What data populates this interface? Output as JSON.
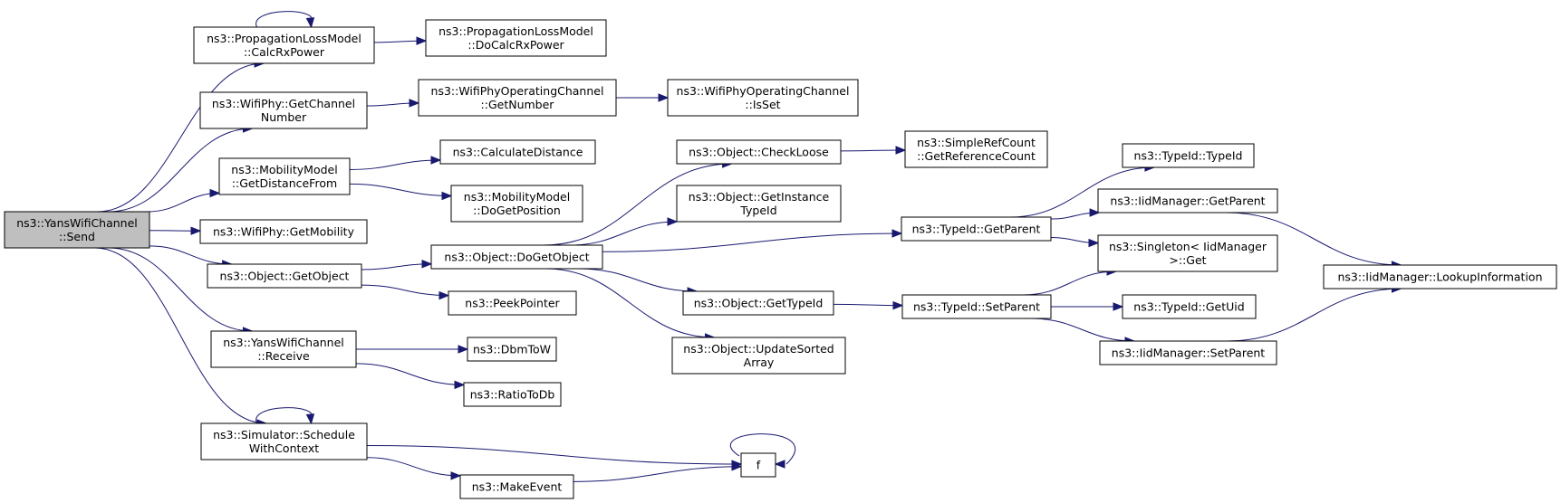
{
  "graph": {
    "edge_color": "#191970",
    "root_fill": "#bfbfbf",
    "nodes": [
      {
        "id": "send",
        "lines": [
          "ns3::YansWifiChannel",
          "::Send"
        ],
        "root": true
      },
      {
        "id": "calcrx",
        "lines": [
          "ns3::PropagationLossModel",
          "::CalcRxPower"
        ]
      },
      {
        "id": "docalcrx",
        "lines": [
          "ns3::PropagationLossModel",
          "::DoCalcRxPower"
        ]
      },
      {
        "id": "getchannelnumber",
        "lines": [
          "ns3::WifiPhy::GetChannel",
          "Number"
        ]
      },
      {
        "id": "opch_getnumber",
        "lines": [
          "ns3::WifiPhyOperatingChannel",
          "::GetNumber"
        ]
      },
      {
        "id": "opch_isset",
        "lines": [
          "ns3::WifiPhyOperatingChannel",
          "::IsSet"
        ]
      },
      {
        "id": "getdistancefrom",
        "lines": [
          "ns3::MobilityModel",
          "::GetDistanceFrom"
        ]
      },
      {
        "id": "calculatedistance",
        "lines": [
          "ns3::CalculateDistance"
        ]
      },
      {
        "id": "dogetposition",
        "lines": [
          "ns3::MobilityModel",
          "::DoGetPosition"
        ]
      },
      {
        "id": "getmobility",
        "lines": [
          "ns3::WifiPhy::GetMobility"
        ]
      },
      {
        "id": "getobject",
        "lines": [
          "ns3::Object::GetObject"
        ]
      },
      {
        "id": "dogetobject",
        "lines": [
          "ns3::Object::DoGetObject"
        ]
      },
      {
        "id": "peekpointer",
        "lines": [
          "ns3::PeekPointer"
        ]
      },
      {
        "id": "checkloose",
        "lines": [
          "ns3::Object::CheckLoose"
        ]
      },
      {
        "id": "getrefcount",
        "lines": [
          "ns3::SimpleRefCount",
          "::GetReferenceCount"
        ]
      },
      {
        "id": "getinstancetypeid",
        "lines": [
          "ns3::Object::GetInstance",
          "TypeId"
        ]
      },
      {
        "id": "typeid_getparent",
        "lines": [
          "ns3::TypeId::GetParent"
        ]
      },
      {
        "id": "typeid_typeid",
        "lines": [
          "ns3::TypeId::TypeId"
        ]
      },
      {
        "id": "iid_getparent",
        "lines": [
          "ns3::IidManager::GetParent"
        ]
      },
      {
        "id": "singleton_get",
        "lines": [
          "ns3::Singleton< IidManager",
          ">::Get"
        ]
      },
      {
        "id": "lookupinfo",
        "lines": [
          "ns3::IidManager::LookupInformation"
        ]
      },
      {
        "id": "object_gettypeid",
        "lines": [
          "ns3::Object::GetTypeId"
        ]
      },
      {
        "id": "typeid_setparent",
        "lines": [
          "ns3::TypeId::SetParent"
        ]
      },
      {
        "id": "typeid_getuid",
        "lines": [
          "ns3::TypeId::GetUid"
        ]
      },
      {
        "id": "iid_setparent",
        "lines": [
          "ns3::IidManager::SetParent"
        ]
      },
      {
        "id": "updatesorted",
        "lines": [
          "ns3::Object::UpdateSorted",
          "Array"
        ]
      },
      {
        "id": "receive",
        "lines": [
          "ns3::YansWifiChannel",
          "::Receive"
        ]
      },
      {
        "id": "dbmtow",
        "lines": [
          "ns3::DbmToW"
        ]
      },
      {
        "id": "ratiotodb",
        "lines": [
          "ns3::RatioToDb"
        ]
      },
      {
        "id": "schedulewithcontext",
        "lines": [
          "ns3::Simulator::Schedule",
          "WithContext"
        ]
      },
      {
        "id": "f",
        "lines": [
          "f"
        ]
      },
      {
        "id": "makeevent",
        "lines": [
          "ns3::MakeEvent"
        ]
      }
    ],
    "edges": [
      {
        "from": "send",
        "to": "calcrx"
      },
      {
        "from": "calcrx",
        "to": "calcrx"
      },
      {
        "from": "calcrx",
        "to": "docalcrx"
      },
      {
        "from": "send",
        "to": "getchannelnumber"
      },
      {
        "from": "getchannelnumber",
        "to": "opch_getnumber"
      },
      {
        "from": "opch_getnumber",
        "to": "opch_isset"
      },
      {
        "from": "send",
        "to": "getdistancefrom"
      },
      {
        "from": "getdistancefrom",
        "to": "calculatedistance"
      },
      {
        "from": "getdistancefrom",
        "to": "dogetposition"
      },
      {
        "from": "send",
        "to": "getmobility"
      },
      {
        "from": "send",
        "to": "getobject"
      },
      {
        "from": "getobject",
        "to": "dogetobject"
      },
      {
        "from": "getobject",
        "to": "peekpointer"
      },
      {
        "from": "dogetobject",
        "to": "checkloose"
      },
      {
        "from": "checkloose",
        "to": "getrefcount"
      },
      {
        "from": "dogetobject",
        "to": "getinstancetypeid"
      },
      {
        "from": "dogetobject",
        "to": "typeid_getparent"
      },
      {
        "from": "dogetobject",
        "to": "object_gettypeid"
      },
      {
        "from": "dogetobject",
        "to": "updatesorted"
      },
      {
        "from": "typeid_getparent",
        "to": "typeid_typeid"
      },
      {
        "from": "typeid_getparent",
        "to": "iid_getparent"
      },
      {
        "from": "typeid_getparent",
        "to": "singleton_get"
      },
      {
        "from": "iid_getparent",
        "to": "lookupinfo"
      },
      {
        "from": "object_gettypeid",
        "to": "typeid_setparent"
      },
      {
        "from": "typeid_setparent",
        "to": "singleton_get"
      },
      {
        "from": "typeid_setparent",
        "to": "typeid_getuid"
      },
      {
        "from": "typeid_setparent",
        "to": "iid_setparent"
      },
      {
        "from": "iid_setparent",
        "to": "lookupinfo"
      },
      {
        "from": "send",
        "to": "receive"
      },
      {
        "from": "receive",
        "to": "dbmtow"
      },
      {
        "from": "receive",
        "to": "ratiotodb"
      },
      {
        "from": "send",
        "to": "schedulewithcontext"
      },
      {
        "from": "schedulewithcontext",
        "to": "schedulewithcontext"
      },
      {
        "from": "schedulewithcontext",
        "to": "f"
      },
      {
        "from": "schedulewithcontext",
        "to": "makeevent"
      },
      {
        "from": "makeevent",
        "to": "f"
      },
      {
        "from": "f",
        "to": "f"
      }
    ]
  }
}
